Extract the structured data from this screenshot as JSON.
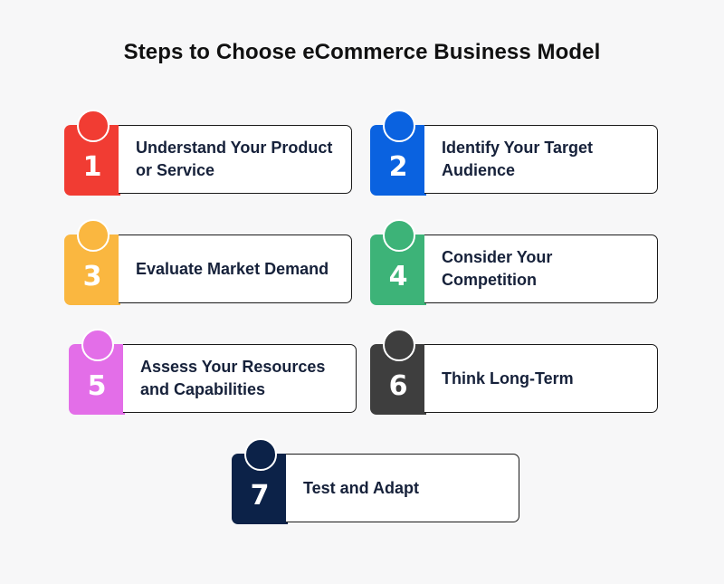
{
  "title": "Steps to Choose eCommerce Business Model",
  "steps": [
    {
      "number": "1",
      "label": "Understand Your Product or Service",
      "color": "#f13c33"
    },
    {
      "number": "2",
      "label": "Identify Your Target Audience",
      "color": "#0a62e0"
    },
    {
      "number": "3",
      "label": "Evaluate Market Demand",
      "color": "#fab740"
    },
    {
      "number": "4",
      "label": "Consider Your Competition",
      "color": "#3db378"
    },
    {
      "number": "5",
      "label": "Assess Your Resources and Capabilities",
      "color": "#e36ee8"
    },
    {
      "number": "6",
      "label": "Think Long-Term",
      "color": "#3e3e3e"
    },
    {
      "number": "7",
      "label": "Test and Adapt",
      "color": "#0c2248"
    }
  ]
}
